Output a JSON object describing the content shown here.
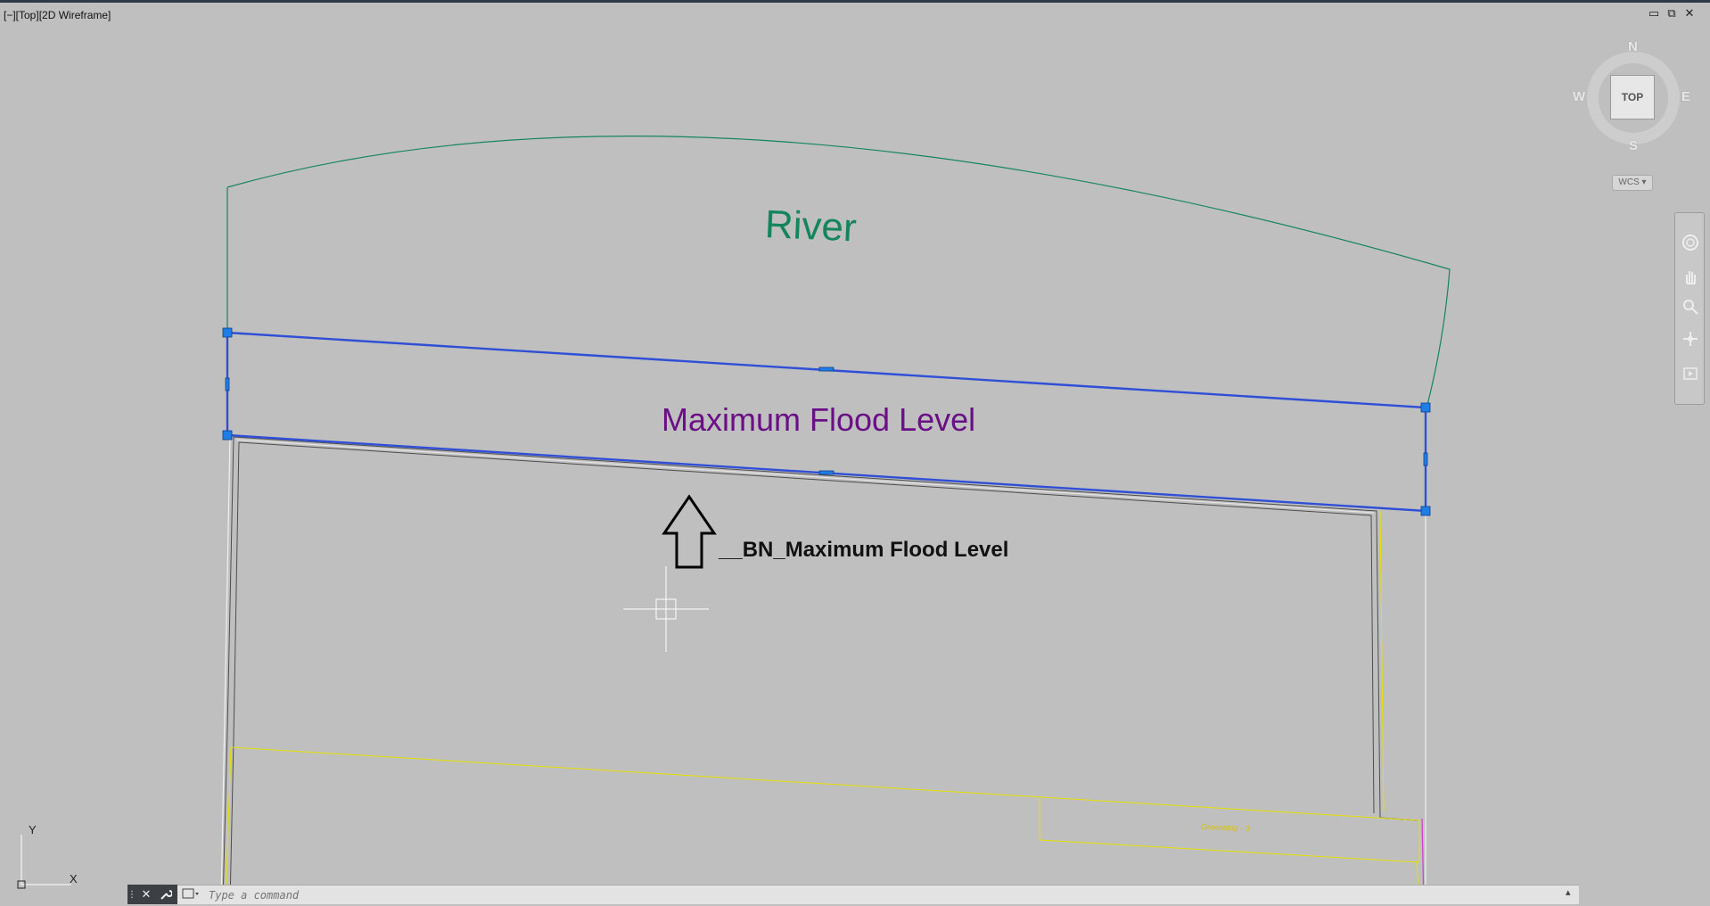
{
  "viewport": {
    "label": "[−][Top][2D Wireframe]"
  },
  "window_controls": {
    "minimize": "▭",
    "restore": "⧉",
    "close": "✕"
  },
  "drawing": {
    "river_label": "River",
    "flood_label": "Maximum Flood Level",
    "block_name_label": "__BN_Maximum Flood Level",
    "greenstrip_label": "Greenstrip - 3",
    "colors": {
      "river": "#14855d",
      "flood": "#6a0f86",
      "selection": "#2f4fd6",
      "grip": "#1f7ee6",
      "yellow": "#e6e000",
      "magenta": "#d23cd2"
    }
  },
  "viewcube": {
    "top": "TOP",
    "north": "N",
    "south": "S",
    "east": "E",
    "west": "W",
    "ucs_menu": "WCS ▾"
  },
  "navbar": {
    "icons": [
      "steering-wheel-icon",
      "pan-icon",
      "zoom-icon",
      "orbit-icon",
      "showmotion-icon"
    ]
  },
  "ucs": {
    "x": "X",
    "y": "Y"
  },
  "command_line": {
    "placeholder": "Type a command",
    "close": "✕",
    "customize": "🔧",
    "expand": "▴"
  }
}
